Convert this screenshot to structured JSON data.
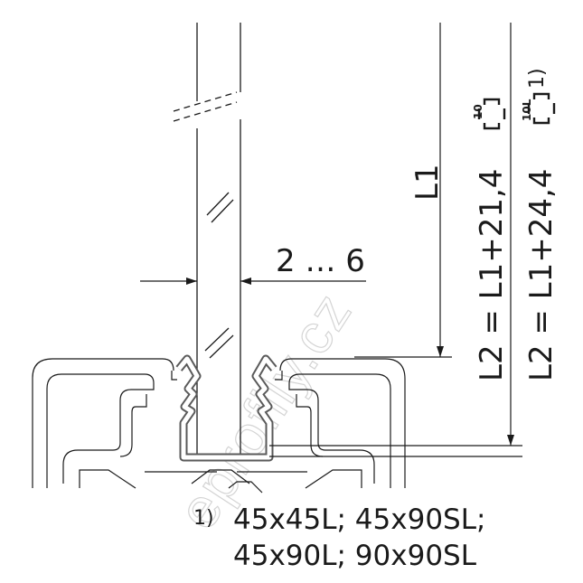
{
  "drawing": {
    "gap_label": "2 … 6",
    "l1_label": "L1",
    "l2_formula_a": "L2 = L1+21,4",
    "l2_formula_b": "L2 = L1+24,4",
    "sym_a_label": "10",
    "sym_b_label": "10L",
    "footnote_ref": "1)",
    "watermark": "eprofily.cz"
  },
  "footnote": {
    "marker": "1)",
    "line1": "45x45L; 45x90SL;",
    "line2": "45x90L; 90x90SL"
  }
}
